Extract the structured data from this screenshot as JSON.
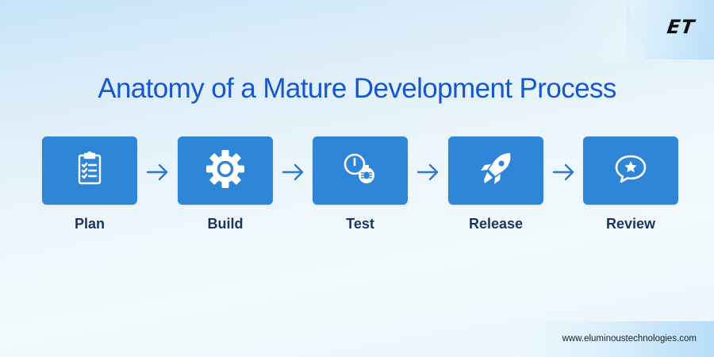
{
  "logo": {
    "text": "ET"
  },
  "title": "Anatomy of a Mature Development Process",
  "steps": [
    {
      "label": "Plan",
      "icon": "clipboard-checklist-icon"
    },
    {
      "label": "Build",
      "icon": "gear-icon"
    },
    {
      "label": "Test",
      "icon": "clock-bug-icon"
    },
    {
      "label": "Release",
      "icon": "rocket-icon"
    },
    {
      "label": "Review",
      "icon": "speech-bubble-star-icon"
    }
  ],
  "arrows": [
    "arrow-right-icon",
    "arrow-right-icon",
    "arrow-right-icon",
    "arrow-right-icon"
  ],
  "footer": {
    "website": "www.eluminoustechnologies.com"
  },
  "colors": {
    "title": "#1657d0",
    "box": "#2f86d9",
    "label": "#1c355c",
    "arrow": "#2f78c9"
  }
}
